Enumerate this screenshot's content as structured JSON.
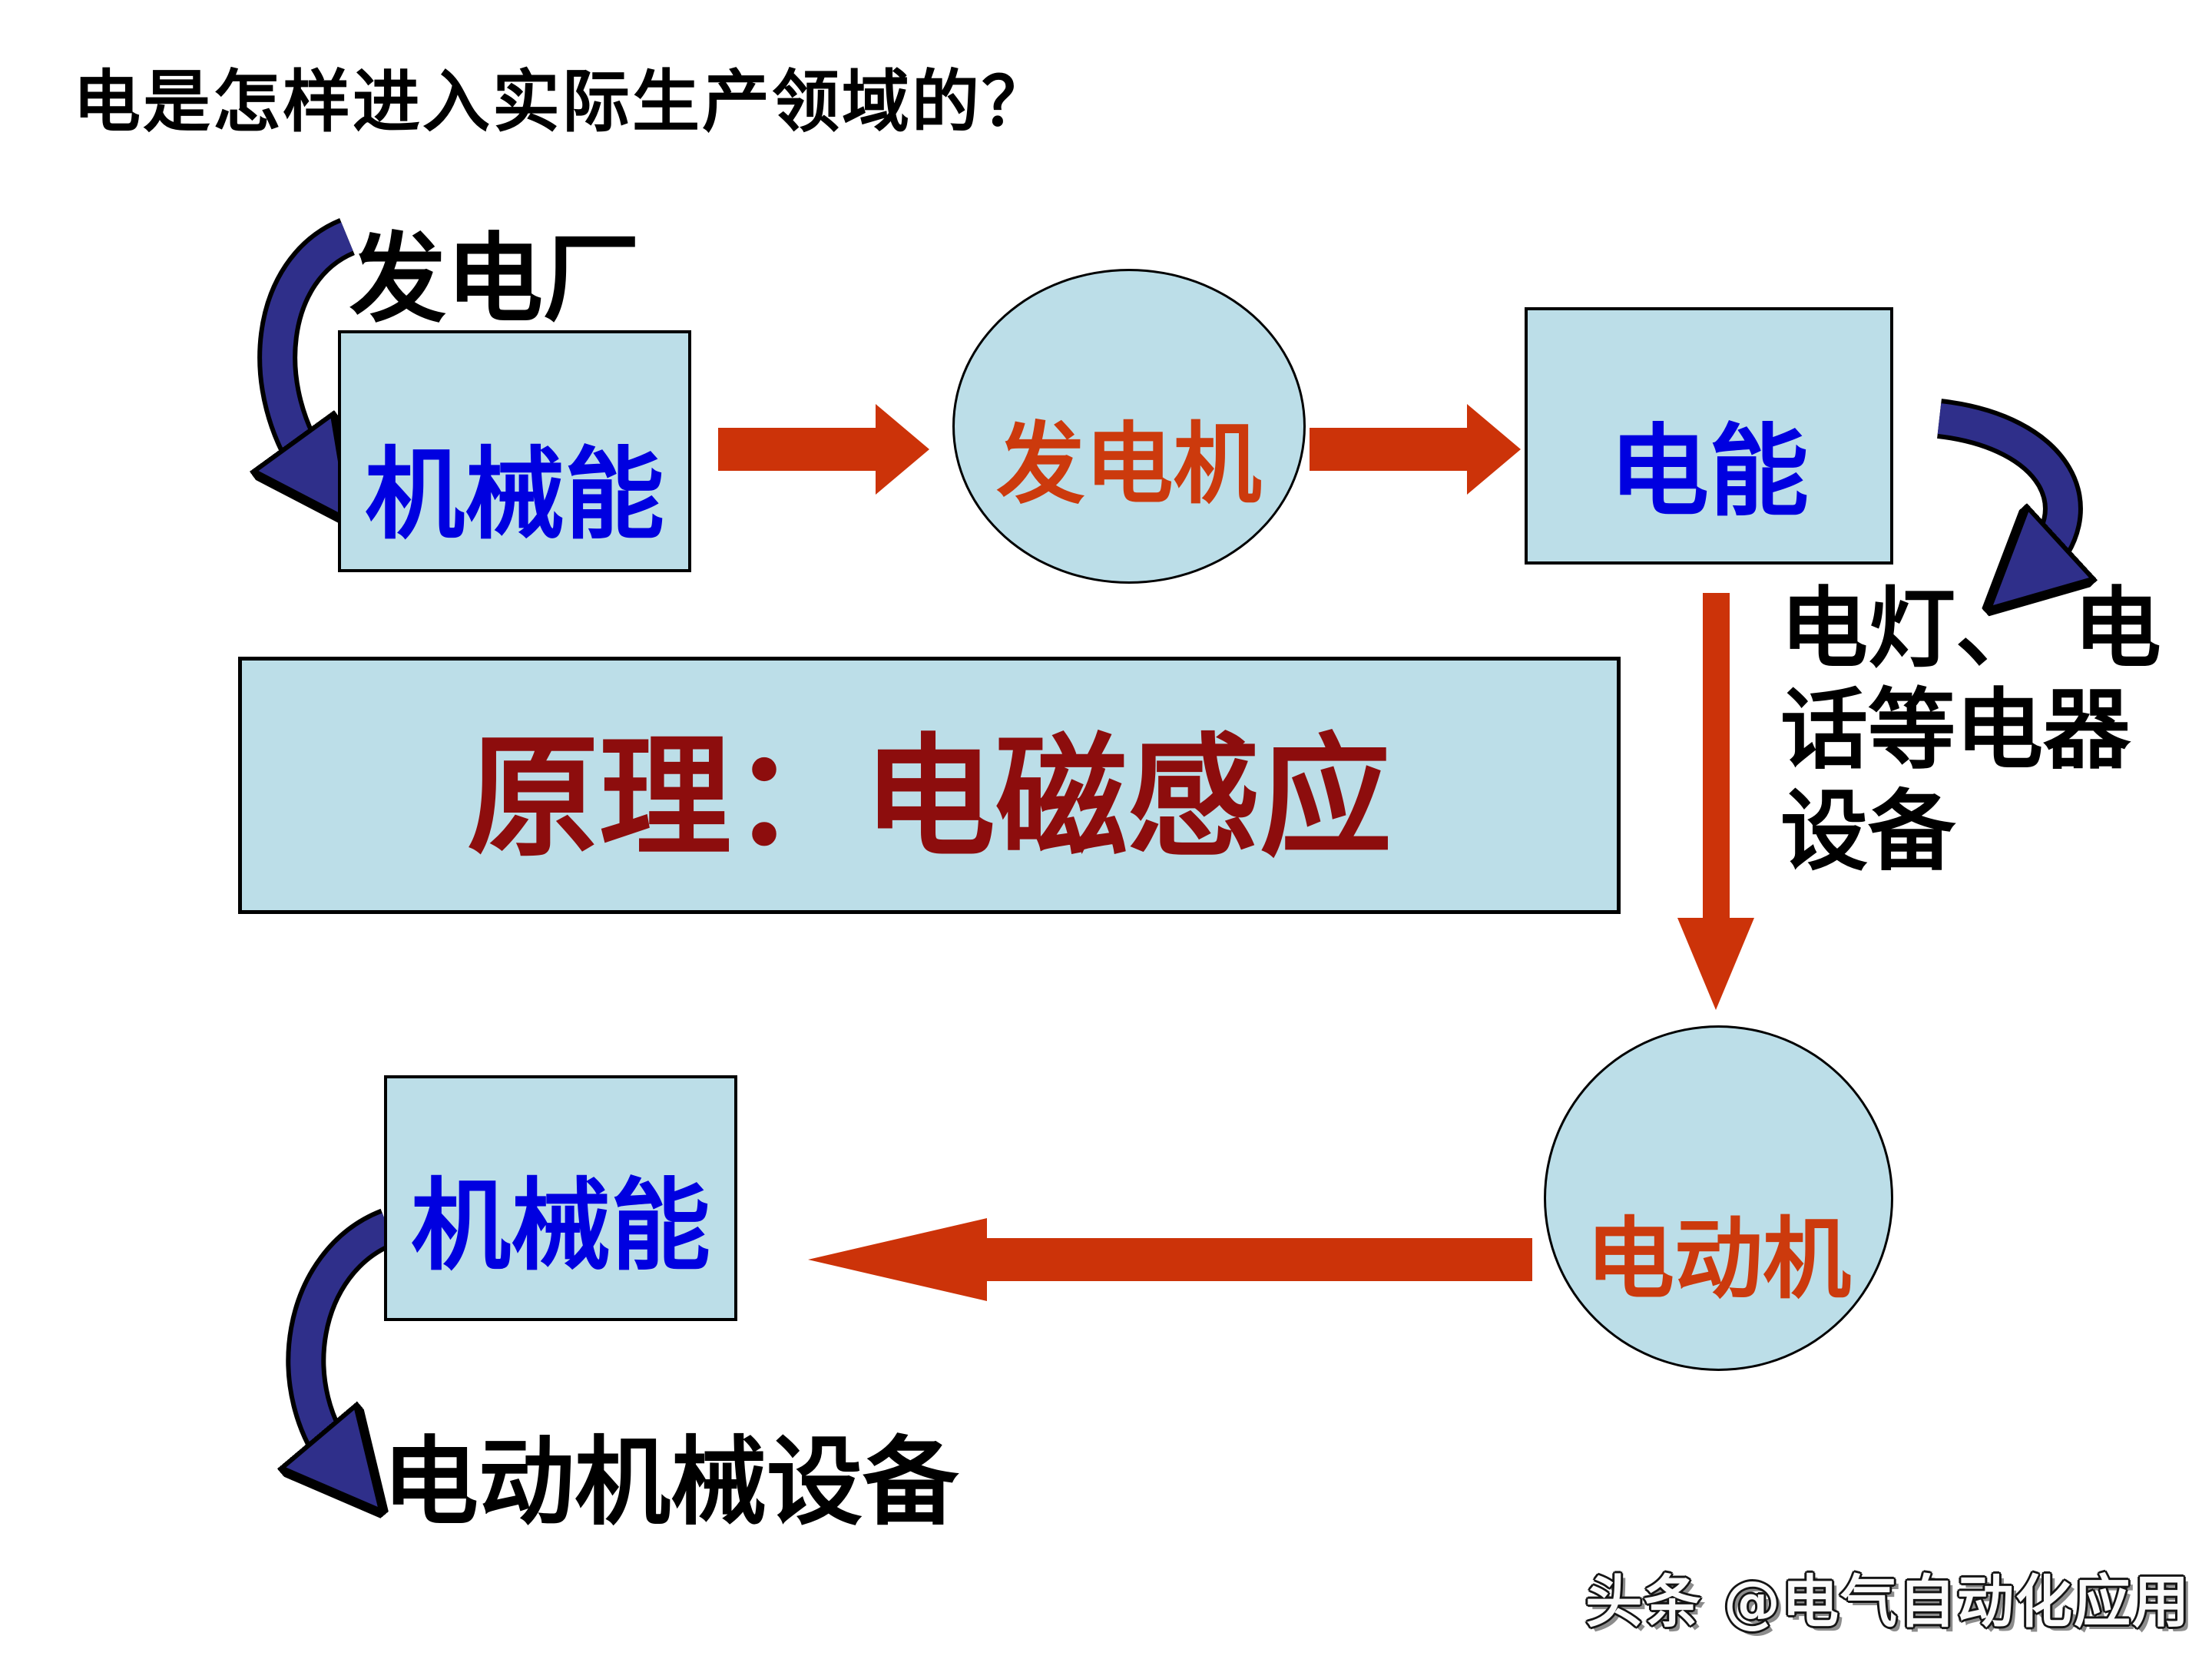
{
  "slide": {
    "title": "电是怎样进入实际生产领域的？",
    "watermark": "头条 @电气自动化应用"
  },
  "flow": {
    "power_plant_label": "发电厂",
    "mechanical_energy_top": "机械能",
    "generator": "发电机",
    "electric_energy": "电能",
    "principle": "原理：电磁感应",
    "appliances_lines": [
      "电灯、  电",
      "话等电器",
      "设备"
    ],
    "motor": "电动机",
    "mechanical_energy_bottom": "机械能",
    "motor_equipment_label": "电动机械设备"
  },
  "colors": {
    "node_fill": "#BCDEE8",
    "node_border": "#000000",
    "blue_text": "#0000E0",
    "red_arrow": "#CC3309",
    "red_node_text": "#CC3A0D",
    "dark_red_text": "#8D0D0D",
    "navy_ribbon_arrow": "#2F2F8A",
    "title_text": "#000000"
  }
}
